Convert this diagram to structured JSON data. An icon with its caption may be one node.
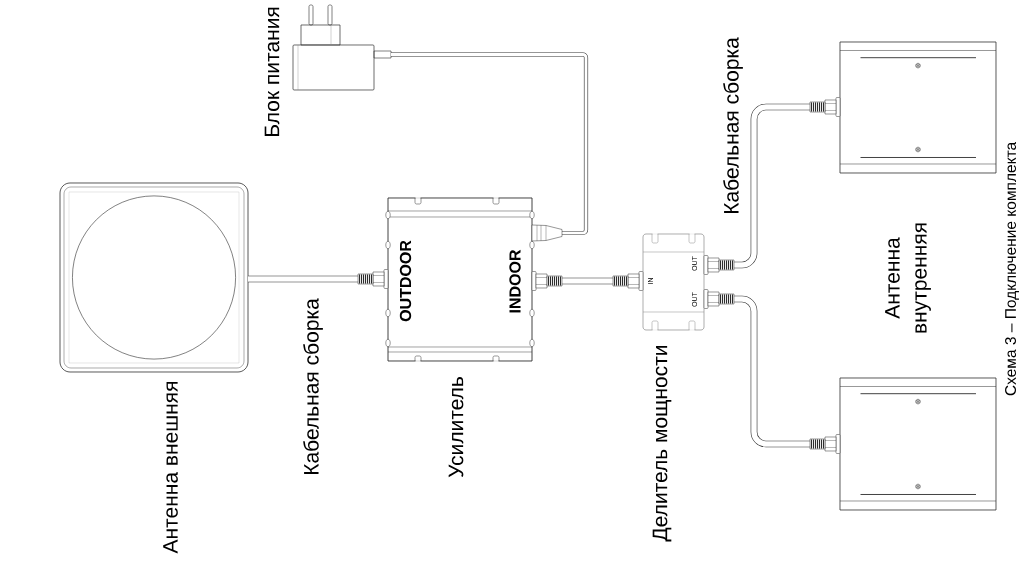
{
  "diagram": {
    "caption": "Схема 3 – Подключение комплекта",
    "nodes": [
      {
        "text": [],
        "shape": "picture",
        "beside": [
          "Антенна внешняя"
        ]
      },
      {
        "text": [],
        "shape": "picture",
        "beside": [
          "Блок питания"
        ]
      },
      {
        "text": [
          "OUTDOOR",
          "INDOOR"
        ],
        "beside": [
          "Усилитель"
        ]
      },
      {
        "text": [
          "IN",
          "OUT",
          "OUT"
        ],
        "beside": [
          "Делитель мощности"
        ]
      },
      {
        "text": [],
        "shape": "picture"
      },
      {
        "text": [],
        "shape": "picture"
      }
    ],
    "edges": [
      {
        "from": 0,
        "to": 2,
        "arrow": "other",
        "label": "Кабельная сборка"
      },
      {
        "from": 1,
        "to": 2,
        "arrow": "none"
      },
      {
        "from": 2,
        "to": 3,
        "arrow": "other"
      },
      {
        "from": 3,
        "to": 4,
        "arrow": "other",
        "label": "Кабельная сборка"
      },
      {
        "from": 3,
        "to": 5,
        "arrow": "other"
      }
    ],
    "labels": [
      "Антенна внутренняя"
    ]
  }
}
